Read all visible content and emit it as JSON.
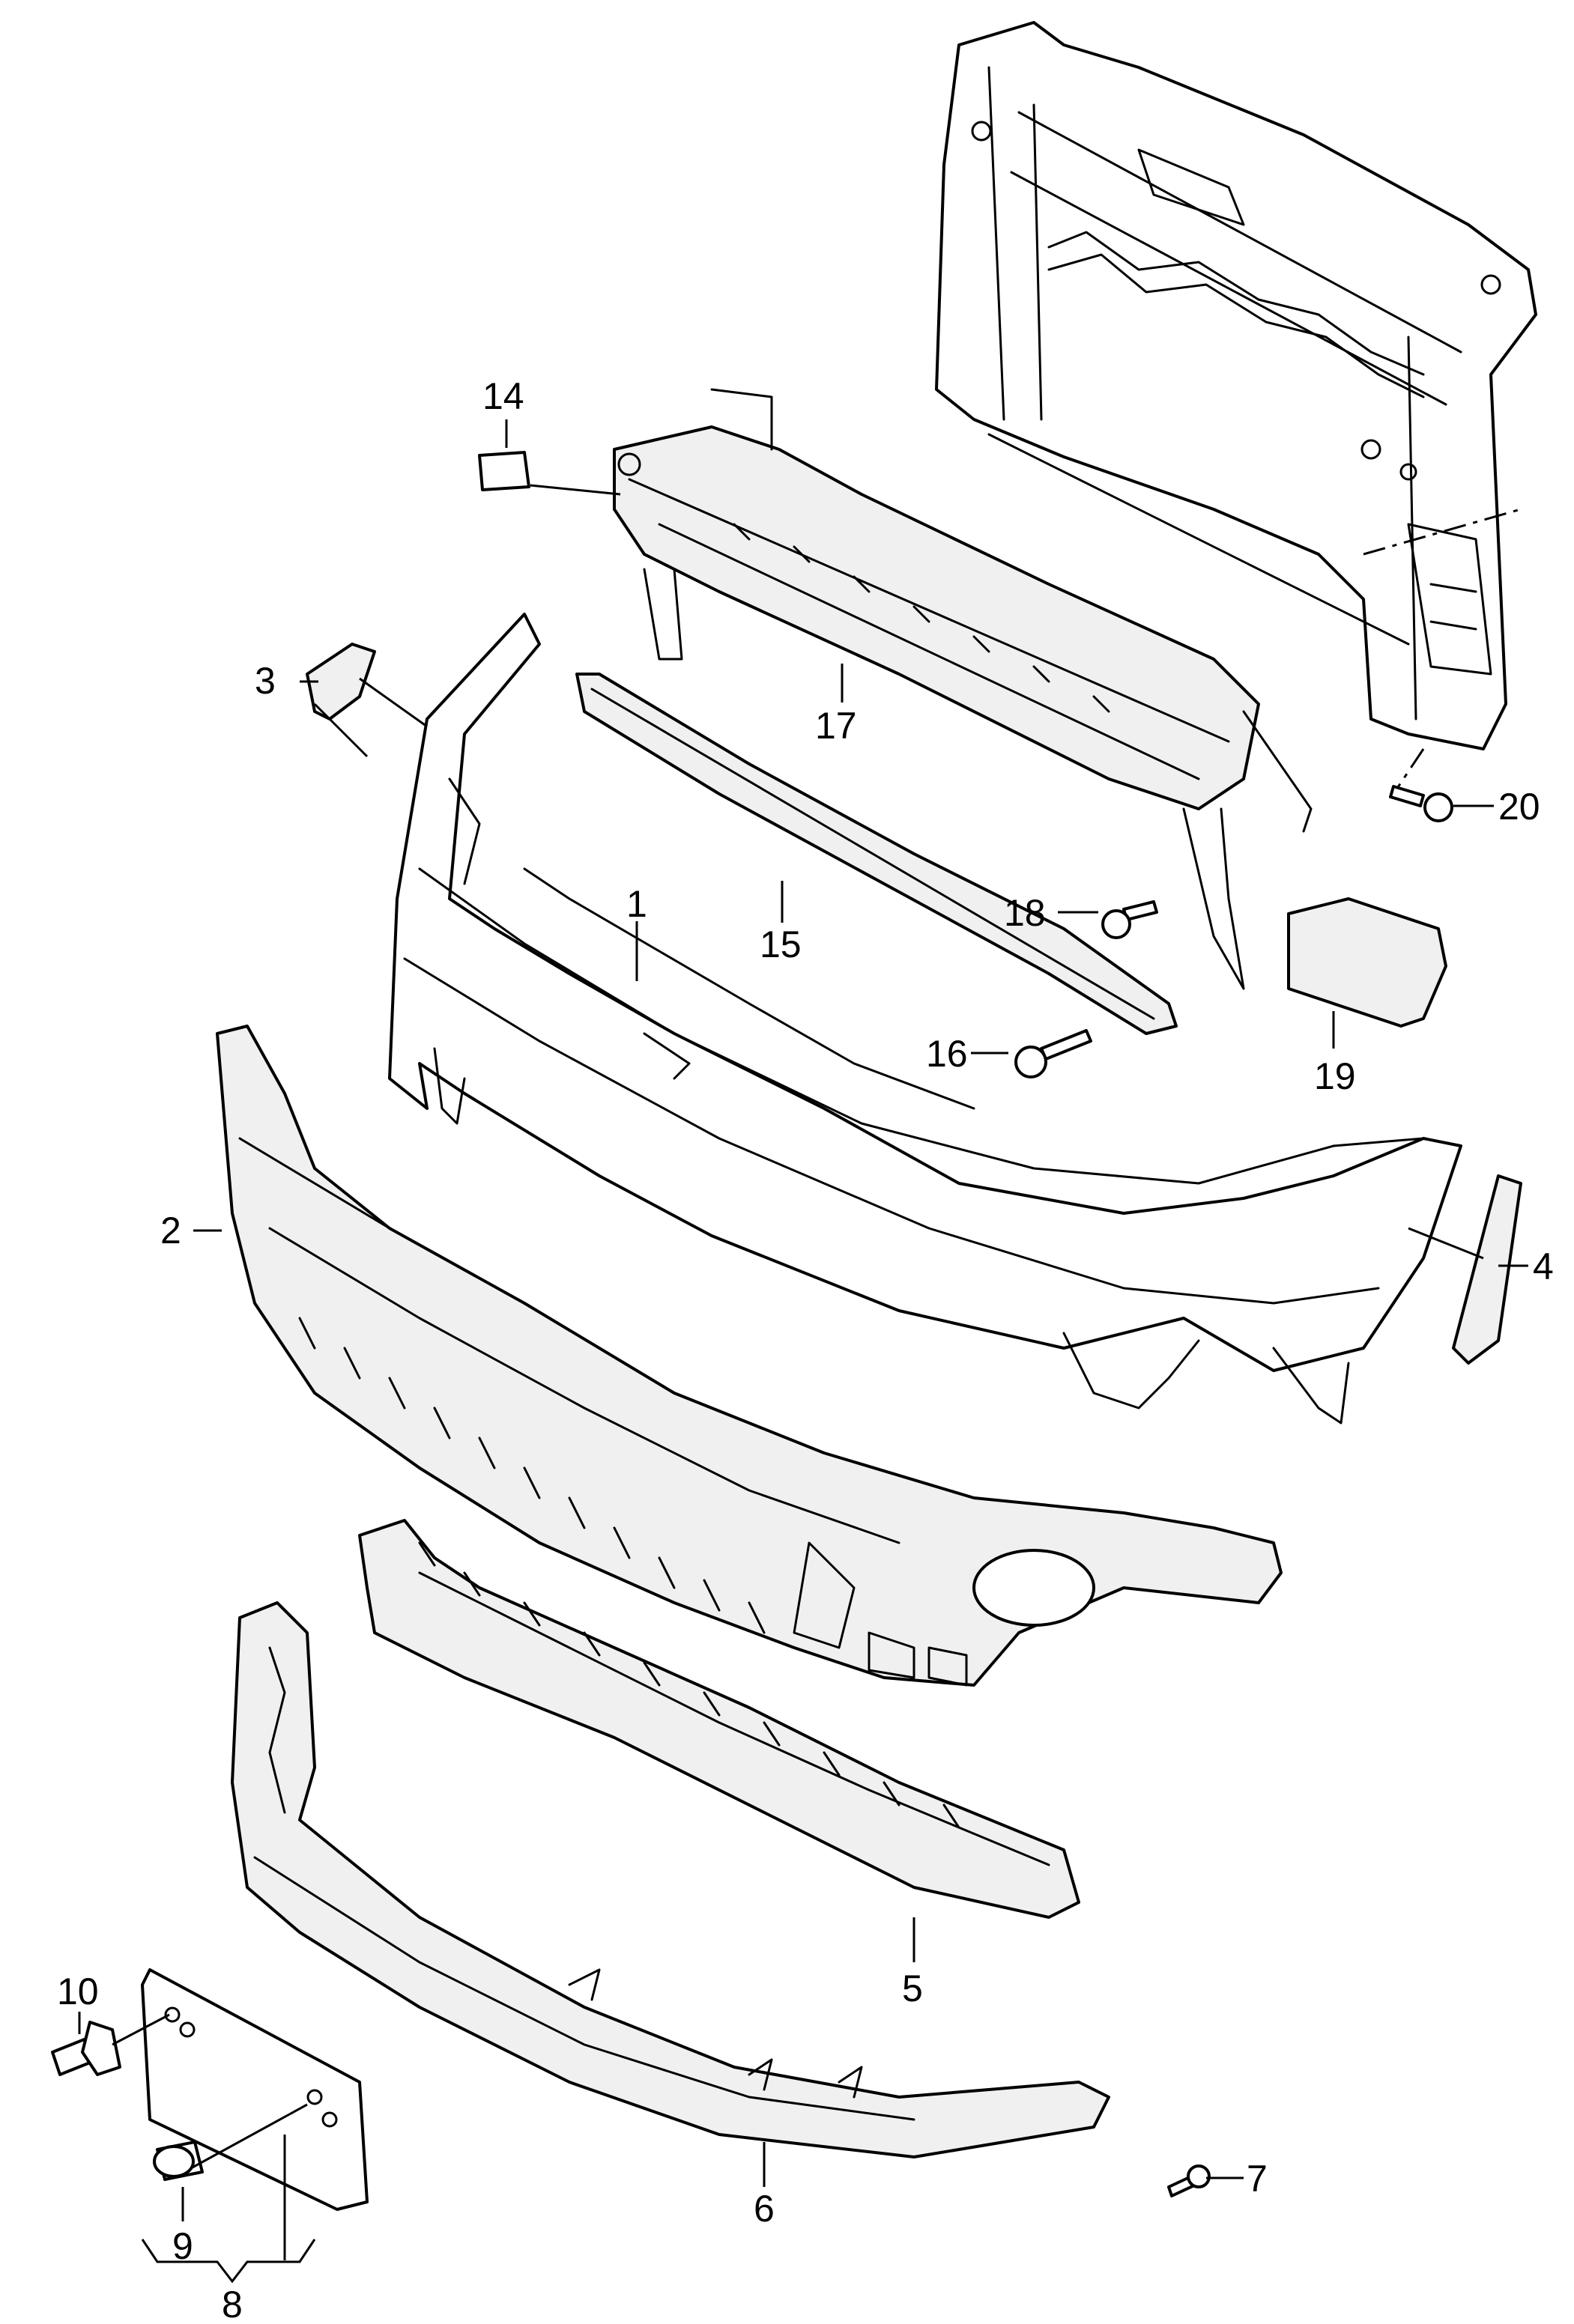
{
  "callouts": [
    {
      "id": "1",
      "label": "1"
    },
    {
      "id": "2",
      "label": "2"
    },
    {
      "id": "3",
      "label": "3"
    },
    {
      "id": "4",
      "label": "4"
    },
    {
      "id": "5",
      "label": "5"
    },
    {
      "id": "6",
      "label": "6"
    },
    {
      "id": "7",
      "label": "7"
    },
    {
      "id": "8",
      "label": "8"
    },
    {
      "id": "9",
      "label": "9"
    },
    {
      "id": "10",
      "label": "10"
    },
    {
      "id": "14",
      "label": "14"
    },
    {
      "id": "15",
      "label": "15"
    },
    {
      "id": "16",
      "label": "16"
    },
    {
      "id": "17",
      "label": "17"
    },
    {
      "id": "18",
      "label": "18"
    },
    {
      "id": "19",
      "label": "19"
    },
    {
      "id": "20",
      "label": "20"
    }
  ]
}
